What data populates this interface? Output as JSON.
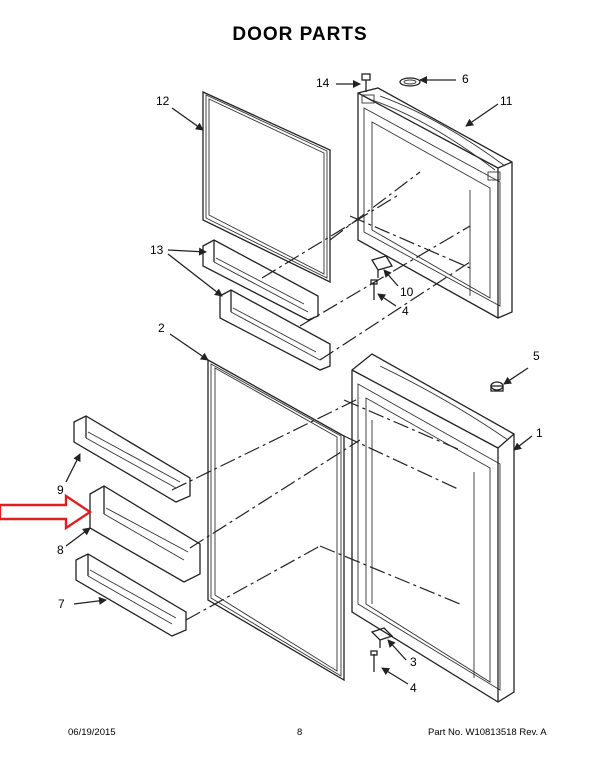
{
  "page": {
    "title": "DOOR PARTS",
    "footer_date": "06/19/2015",
    "footer_page": "8",
    "footer_part": "Part No.  W10813518  Rev.  A"
  },
  "callouts": {
    "c1": "1",
    "c2": "2",
    "c3": "3",
    "c4a": "4",
    "c4b": "4",
    "c5": "5",
    "c6": "6",
    "c7": "7",
    "c8": "8",
    "c9": "9",
    "c10": "10",
    "c11": "11",
    "c12": "12",
    "c13": "13",
    "c14": "14"
  },
  "colors": {
    "highlight_arrow": "#e02020",
    "line": "#222222"
  }
}
